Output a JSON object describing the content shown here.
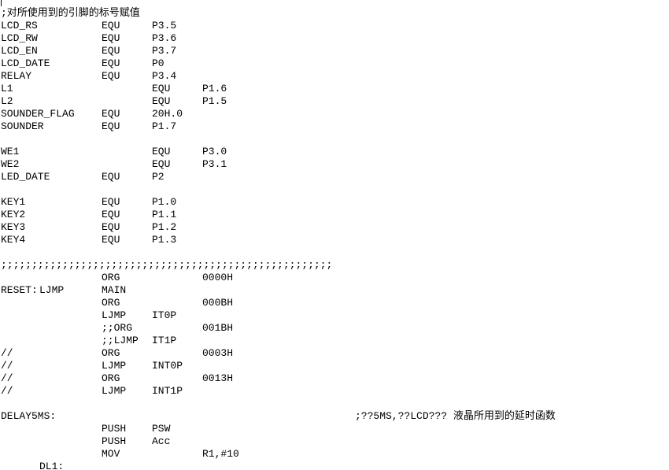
{
  "lines": [
    [
      ";对所使用到的引脚的标号赋值"
    ],
    [
      "LCD_RS",
      "",
      "EQU",
      "P3.5"
    ],
    [
      "LCD_RW",
      "",
      "EQU",
      "P3.6"
    ],
    [
      "LCD_EN",
      "",
      "EQU",
      "P3.7"
    ],
    [
      "LCD_DATE",
      "",
      "EQU",
      "P0"
    ],
    [
      "RELAY",
      "",
      "EQU",
      "P3.4"
    ],
    [
      "L1",
      "",
      "",
      "EQU",
      "P1.6"
    ],
    [
      "L2",
      "",
      "",
      "EQU",
      "P1.5"
    ],
    [
      "SOUNDER_FLAG",
      "",
      "EQU",
      "20H.0"
    ],
    [
      "SOUNDER",
      "",
      "EQU",
      "P1.7"
    ],
    [],
    [
      "WE1",
      "",
      "",
      "EQU",
      "P3.0"
    ],
    [
      "WE2",
      "",
      "",
      "EQU",
      "P3.1"
    ],
    [
      "LED_DATE",
      "",
      "EQU",
      "P2"
    ],
    [],
    [
      "KEY1",
      "",
      "EQU",
      "P1.0"
    ],
    [
      "KEY2",
      "",
      "EQU",
      "P1.1"
    ],
    [
      "KEY3",
      "",
      "EQU",
      "P1.2"
    ],
    [
      "KEY4",
      "",
      "EQU",
      "P1.3"
    ],
    [],
    [
      ";;;;;;;;;;;;;;;;;;;;;;;;;;;;;;;;;;;;;;;;;;;;;;;;;;;;;;"
    ],
    [
      "",
      "",
      "ORG",
      "",
      "0000H"
    ],
    [
      "RESET:",
      "LJMP",
      "MAIN"
    ],
    [
      "",
      "",
      "ORG",
      "",
      "000BH"
    ],
    [
      "",
      "",
      "LJMP",
      "IT0P"
    ],
    [
      "",
      "",
      ";;ORG",
      "",
      "001BH"
    ],
    [
      "",
      "",
      ";;LJMP",
      "IT1P"
    ],
    [
      "//",
      "",
      "ORG",
      "",
      "0003H"
    ],
    [
      "//",
      "",
      "LJMP",
      "INT0P"
    ],
    [
      "//",
      "",
      "ORG",
      "",
      "0013H"
    ],
    [
      "//",
      "",
      "LJMP",
      "INT1P"
    ],
    [],
    [
      "DELAY5MS:",
      "",
      "",
      "",
      "",
      ";??5MS,??LCD??? 液晶所用到的延时函数"
    ],
    [
      "",
      "",
      "PUSH",
      "PSW"
    ],
    [
      "",
      "",
      "PUSH",
      "Acc"
    ],
    [
      "",
      "",
      "MOV",
      "",
      "R1,#10"
    ],
    [
      "",
      "DL1:"
    ]
  ]
}
